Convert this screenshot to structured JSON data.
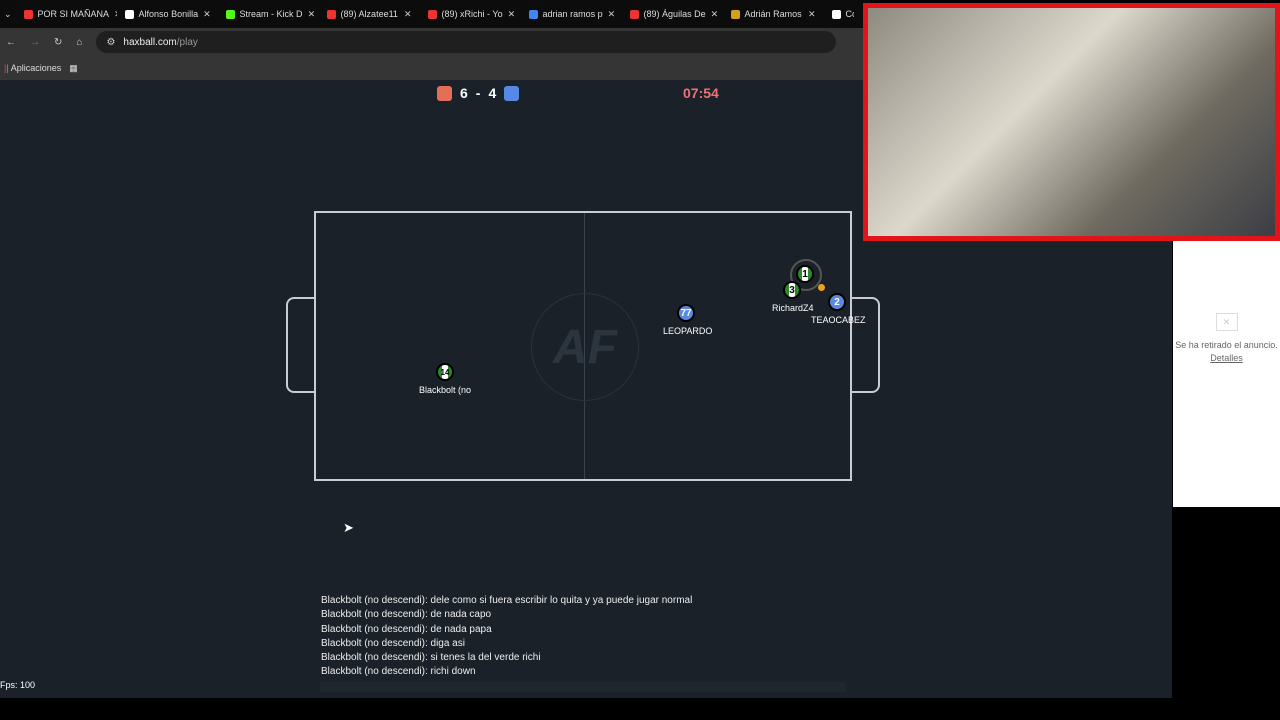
{
  "browser": {
    "tabs": [
      {
        "title": "POR SI MAÑANA",
        "color": "#e33"
      },
      {
        "title": "Alfonso Bonilla",
        "color": "#fff"
      },
      {
        "title": "Stream - Kick D",
        "color": "#53fc18"
      },
      {
        "title": "(89) Alzatee11",
        "color": "#e33"
      },
      {
        "title": "(89) xRichi - Yo",
        "color": "#e33"
      },
      {
        "title": "adrian ramos p",
        "color": "#4285f4"
      },
      {
        "title": "(89) Águilas De",
        "color": "#e33"
      },
      {
        "title": "Adrián Ramos",
        "color": "#d4a017"
      },
      {
        "title": "Co",
        "color": "#fff"
      }
    ],
    "url_host": "haxball.com",
    "url_path": "/play",
    "bookmark": "Aplicaciones"
  },
  "game": {
    "red_score": "6",
    "sep": "-",
    "blue_score": "4",
    "time": "07:54",
    "logo": "AF",
    "players": [
      {
        "num": "1",
        "name": ""
      },
      {
        "num": "3",
        "name": "RichardZ4"
      },
      {
        "num": "2",
        "name": "TEAOCABEZ"
      },
      {
        "num": "77",
        "name": "LEOPARDO"
      },
      {
        "num": "14",
        "name": "Blackbolt (no"
      }
    ]
  },
  "chat": [
    "Blackbolt (no descendi): dele como si fuera escribir lo quita y ya puede jugar normal",
    "Blackbolt (no descendi): de nada capo",
    "Blackbolt (no descendi): de nada papa",
    "Blackbolt (no descendi): diga asi",
    "Blackbolt (no descendi): si tenes la del verde richi",
    "Blackbolt (no descendi): richi down"
  ],
  "fps": "Fps: 100",
  "ad": {
    "text": "Se ha retirado el anuncio.",
    "link": "Detalles"
  }
}
